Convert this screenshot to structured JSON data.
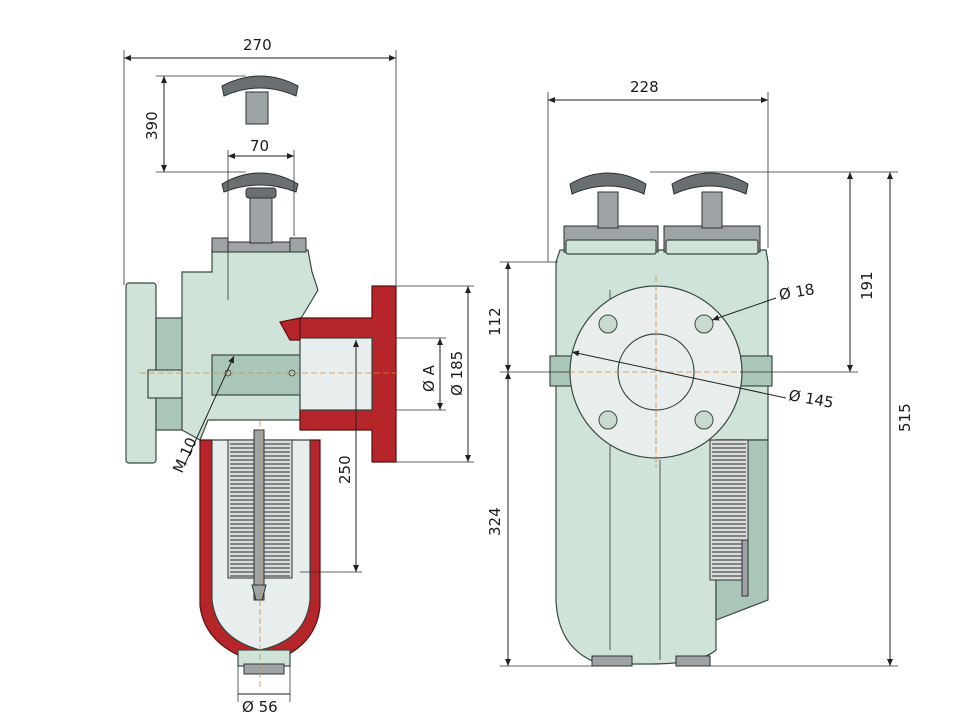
{
  "dimensions": {
    "side_width": "270",
    "handle_travel": "390",
    "cover_width": "70",
    "inlet_center": "112",
    "bore": "Ø A",
    "flange_od": "Ø 185",
    "thread": "M 10",
    "element_depth": "250",
    "drain": "Ø 56",
    "front_width": "228",
    "bolt_hole": "Ø 18",
    "bolt_circle": "Ø 145",
    "top_to_flange": "191",
    "overall_height": "515",
    "flange_to_bottom": "324"
  },
  "colors": {
    "body": "#cfe3d9",
    "section": "#b5252a",
    "knob": "#6a6f72"
  }
}
